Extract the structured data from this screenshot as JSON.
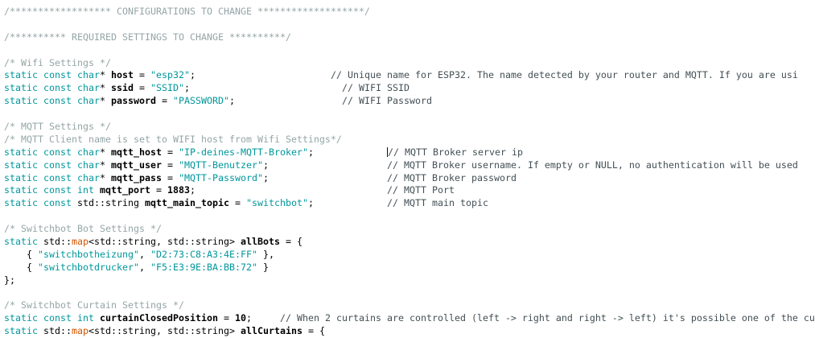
{
  "editor": {
    "background": "#ffffff",
    "colors": {
      "keyword": "#00979C",
      "string": "#00979C",
      "function": "#D35400",
      "identifier": "#000000",
      "number": "#000000",
      "plain": "#000000",
      "comment_block": "#95A5A6",
      "comment_line": "#434F54",
      "caret": "#111111"
    },
    "lines": [
      [
        [
          "c1",
          "/****************** CONFIGURATIONS TO CHANGE *******************/"
        ]
      ],
      [],
      [
        [
          "c1",
          "/********** REQUIRED SETTINGS TO CHANGE **********/"
        ]
      ],
      [],
      [
        [
          "c1",
          "/* Wifi Settings */"
        ]
      ],
      [
        [
          "kw",
          "static"
        ],
        [
          "pl",
          " "
        ],
        [
          "kw",
          "const"
        ],
        [
          "pl",
          " "
        ],
        [
          "kw",
          "char"
        ],
        [
          "pl",
          "* "
        ],
        [
          "id",
          "host"
        ],
        [
          "pl",
          " = "
        ],
        [
          "str",
          "\"esp32\""
        ],
        [
          "pl",
          ";"
        ],
        [
          "pl",
          "                        "
        ],
        [
          "c2",
          "// Unique name for ESP32. The name detected by your router and MQTT. If you are usi"
        ]
      ],
      [
        [
          "kw",
          "static"
        ],
        [
          "pl",
          " "
        ],
        [
          "kw",
          "const"
        ],
        [
          "pl",
          " "
        ],
        [
          "kw",
          "char"
        ],
        [
          "pl",
          "* "
        ],
        [
          "id",
          "ssid"
        ],
        [
          "pl",
          " = "
        ],
        [
          "str",
          "\"SSID\""
        ],
        [
          "pl",
          ";"
        ],
        [
          "pl",
          "                           "
        ],
        [
          "c2",
          "// WIFI SSID"
        ]
      ],
      [
        [
          "kw",
          "static"
        ],
        [
          "pl",
          " "
        ],
        [
          "kw",
          "const"
        ],
        [
          "pl",
          " "
        ],
        [
          "kw",
          "char"
        ],
        [
          "pl",
          "* "
        ],
        [
          "id",
          "password"
        ],
        [
          "pl",
          " = "
        ],
        [
          "str",
          "\"PASSWORD\""
        ],
        [
          "pl",
          ";"
        ],
        [
          "pl",
          "                   "
        ],
        [
          "c2",
          "// WIFI Password"
        ]
      ],
      [],
      [
        [
          "c1",
          "/* MQTT Settings */"
        ]
      ],
      [
        [
          "c1",
          "/* MQTT Client name is set to WIFI host from Wifi Settings*/"
        ]
      ],
      [
        [
          "kw",
          "static"
        ],
        [
          "pl",
          " "
        ],
        [
          "kw",
          "const"
        ],
        [
          "pl",
          " "
        ],
        [
          "kw",
          "char"
        ],
        [
          "pl",
          "* "
        ],
        [
          "id",
          "mqtt_host"
        ],
        [
          "pl",
          " = "
        ],
        [
          "str",
          "\"IP-deines-MQTT-Broker\""
        ],
        [
          "pl",
          ";"
        ],
        [
          "pl",
          "             "
        ],
        [
          "caret",
          ""
        ],
        [
          "c2",
          "// MQTT Broker server ip"
        ]
      ],
      [
        [
          "kw",
          "static"
        ],
        [
          "pl",
          " "
        ],
        [
          "kw",
          "const"
        ],
        [
          "pl",
          " "
        ],
        [
          "kw",
          "char"
        ],
        [
          "pl",
          "* "
        ],
        [
          "id",
          "mqtt_user"
        ],
        [
          "pl",
          " = "
        ],
        [
          "str",
          "\"MQTT-Benutzer\""
        ],
        [
          "pl",
          ";"
        ],
        [
          "pl",
          "                     "
        ],
        [
          "c2",
          "// MQTT Broker username. If empty or NULL, no authentication will be used"
        ]
      ],
      [
        [
          "kw",
          "static"
        ],
        [
          "pl",
          " "
        ],
        [
          "kw",
          "const"
        ],
        [
          "pl",
          " "
        ],
        [
          "kw",
          "char"
        ],
        [
          "pl",
          "* "
        ],
        [
          "id",
          "mqtt_pass"
        ],
        [
          "pl",
          " = "
        ],
        [
          "str",
          "\"MQTT-Password\""
        ],
        [
          "pl",
          ";"
        ],
        [
          "pl",
          "                     "
        ],
        [
          "c2",
          "// MQTT Broker password"
        ]
      ],
      [
        [
          "kw",
          "static"
        ],
        [
          "pl",
          " "
        ],
        [
          "kw",
          "const"
        ],
        [
          "pl",
          " "
        ],
        [
          "kw",
          "int"
        ],
        [
          "pl",
          " "
        ],
        [
          "id",
          "mqtt_port"
        ],
        [
          "pl",
          " = "
        ],
        [
          "num",
          "1883"
        ],
        [
          "pl",
          ";"
        ],
        [
          "pl",
          "                                  "
        ],
        [
          "c2",
          "// MQTT Port"
        ]
      ],
      [
        [
          "kw",
          "static"
        ],
        [
          "pl",
          " "
        ],
        [
          "kw",
          "const"
        ],
        [
          "pl",
          " std::string "
        ],
        [
          "id",
          "mqtt_main_topic"
        ],
        [
          "pl",
          " = "
        ],
        [
          "str",
          "\"switchbot\""
        ],
        [
          "pl",
          ";"
        ],
        [
          "pl",
          "             "
        ],
        [
          "c2",
          "// MQTT main topic"
        ]
      ],
      [],
      [
        [
          "c1",
          "/* Switchbot Bot Settings */"
        ]
      ],
      [
        [
          "kw",
          "static"
        ],
        [
          "pl",
          " std::"
        ],
        [
          "fn",
          "map"
        ],
        [
          "pl",
          "<std::string, std::string> "
        ],
        [
          "id",
          "allBots"
        ],
        [
          "pl",
          " = {"
        ]
      ],
      [
        [
          "pl",
          "    { "
        ],
        [
          "str",
          "\"switchbotheizung\""
        ],
        [
          "pl",
          ", "
        ],
        [
          "str",
          "\"D2:73:C8:A3:4E:FF\""
        ],
        [
          "pl",
          " },"
        ]
      ],
      [
        [
          "pl",
          "    { "
        ],
        [
          "str",
          "\"switchbotdrucker\""
        ],
        [
          "pl",
          ", "
        ],
        [
          "str",
          "\"F5:E3:9E:BA:BB:72\""
        ],
        [
          "pl",
          " }"
        ]
      ],
      [
        [
          "pl",
          "};"
        ]
      ],
      [],
      [
        [
          "c1",
          "/* Switchbot Curtain Settings */"
        ]
      ],
      [
        [
          "kw",
          "static"
        ],
        [
          "pl",
          " "
        ],
        [
          "kw",
          "const"
        ],
        [
          "pl",
          " "
        ],
        [
          "kw",
          "int"
        ],
        [
          "pl",
          " "
        ],
        [
          "id",
          "curtainClosedPosition"
        ],
        [
          "pl",
          " = "
        ],
        [
          "num",
          "10"
        ],
        [
          "pl",
          ";"
        ],
        [
          "pl",
          "     "
        ],
        [
          "c2",
          "// When 2 curtains are controlled (left -> right and right -> left) it's possible one of the cu"
        ]
      ],
      [
        [
          "kw",
          "static"
        ],
        [
          "pl",
          " std::"
        ],
        [
          "fn",
          "map"
        ],
        [
          "pl",
          "<std::string, std::string> "
        ],
        [
          "id",
          "allCurtains"
        ],
        [
          "pl",
          " = {"
        ]
      ]
    ]
  }
}
